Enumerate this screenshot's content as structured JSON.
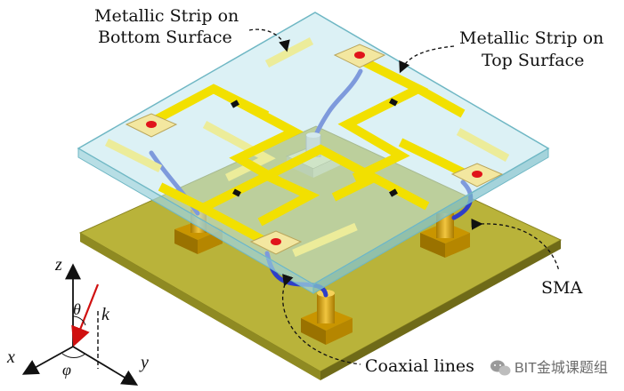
{
  "labels": {
    "bottom_strip_line1": "Metallic Strip on",
    "bottom_strip_line2": "Bottom Surface",
    "top_strip_line1": "Metallic Strip on",
    "top_strip_line2": "Top Surface",
    "sma": "SMA",
    "coaxial": "Coaxial lines"
  },
  "axes": {
    "z": "z",
    "x": "x",
    "y": "y",
    "theta": "θ",
    "phi": "φ",
    "k": "k"
  },
  "watermark": {
    "text": "BIT金城课题组",
    "icon": "wechat-icon"
  },
  "colors": {
    "ground_top": "#b9b33a",
    "ground_side": "#8f8a22",
    "strip": "#f2e000",
    "strip_bottom": "#ecec9a",
    "glass": "#bfe6ec",
    "glass_edge": "#6fb7c4",
    "connector": "#d9a400",
    "pad": "#e0141b",
    "coax": "#2f3fc8",
    "arrow_k": "#d01010"
  }
}
